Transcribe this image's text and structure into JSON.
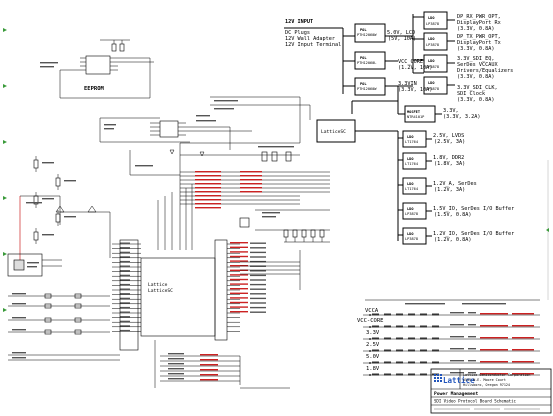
{
  "power_tree": {
    "input": {
      "title": "12V INPUT",
      "sources": [
        "DC Plugs",
        "12V Wall Adapter",
        "12V Input Terminal"
      ]
    },
    "converters": [
      {
        "type": "POL",
        "part": "PTH12060W",
        "rail": "5.0V, LCD",
        "spec": "(5V, 10A)"
      },
      {
        "type": "POL",
        "part": "PTH12060L",
        "rail": "VCC_CORE",
        "spec": "(1.2V, 10A)"
      },
      {
        "type": "POL",
        "part": "PTH12060W",
        "rail": "3.3VIN",
        "spec": "(3.3V, 10A)"
      }
    ],
    "ldo_top": [
      {
        "type": "LDO",
        "part": "LP3878",
        "line1": "DP_RX_PWR_OPT,",
        "line2": "DisplayPort Rx",
        "spec": "(3.3V, 0.8A)"
      },
      {
        "type": "LDO",
        "part": "LP3878",
        "line1": "DP_TX_PWR_OPT,",
        "line2": "DisplayPort Tx",
        "spec": "(3.3V, 0.8A)"
      },
      {
        "type": "LDO",
        "part": "LP3878",
        "line1": "3.3V_SDI_EQ,",
        "line2": "SerDes VCCAUX",
        "line3": "Drivers/Equalizers",
        "spec": "(3.3V, 0.8A)"
      },
      {
        "type": "LDO",
        "part": "LP3878",
        "line1": "3.3V_SDI_CLK,",
        "line2": "SDI Clock",
        "spec": "(3.3V, 0.8A)"
      }
    ],
    "mosfet": {
      "type": "MOSFET",
      "part": "NTR4101P",
      "rail": "3.3V,",
      "spec": "(3.3V, 3.2A)"
    },
    "controller": "LatticeSC",
    "ldo_bottom": [
      {
        "type": "LDO",
        "part": "LT1764",
        "line1": "2.5V, LVDS",
        "spec": "(2.5V, 3A)"
      },
      {
        "type": "LDO",
        "part": "LT1764",
        "line1": "1.8V, DDR2",
        "spec": "(1.8V, 3A)"
      },
      {
        "type": "LDO",
        "part": "LT1764",
        "line1": "1.2V_A, SerDes",
        "spec": "(1.2V, 3A)"
      },
      {
        "type": "LDO",
        "part": "LP3878",
        "line1": "1.5V_IO, SerDes I/O Buffer",
        "spec": "(1.5V, 0.8A)"
      },
      {
        "type": "LDO",
        "part": "LP3878",
        "line1": "1.2V_IO, SerDes I/O Buffer",
        "spec": "(1.2V, 0.8A)"
      }
    ]
  },
  "schematic": {
    "eeprom_label": "EEPROM",
    "fpga_labels": [
      "Lattice",
      "LatticeSC"
    ],
    "rail_labels": [
      "VCCA",
      "VCC-CORE",
      "3.3V",
      "2.5V",
      "5.0V",
      "1.8V"
    ]
  },
  "title_block": {
    "logo": "Lattice",
    "company_lines": [
      "Lattice Semiconductor Corporation",
      "5555 N.E. Moore Court",
      "Hillsboro, Oregon 97124"
    ],
    "sheet_title": "Power Management",
    "board_name": "SDI Video Protocol Board Schematic"
  }
}
